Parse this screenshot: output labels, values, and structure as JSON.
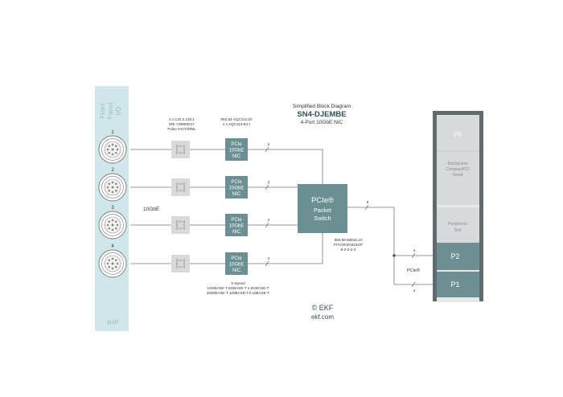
{
  "title": {
    "heading": "Simplified Block Diagram",
    "product": "SN4-DJEMBE",
    "subtitle": "4-Port 10GbE NIC"
  },
  "front_panel": {
    "label_lines": [
      "Front",
      "Panel",
      "I/O"
    ],
    "width_label": "4HP",
    "ports": [
      {
        "number": "1"
      },
      {
        "number": "2"
      },
      {
        "number": "3"
      },
      {
        "number": "4"
      }
    ]
  },
  "magnetics_note": [
    "4 x 120.2.136.1",
    "WE 749050017",
    "Pulse HX7028NL"
  ],
  "nic_note": [
    "650.54.AQC113.10",
    "4 x AQC113-B1-I"
  ],
  "link_label": "10GbE",
  "nics": [
    {
      "lines": [
        "PCIe",
        "10GbE",
        "NIC"
      ],
      "lane_label": "2"
    },
    {
      "lines": [
        "PCIe",
        "10GbE",
        "NIC"
      ],
      "lane_label": "2"
    },
    {
      "lines": [
        "PCIe",
        "10GbE",
        "NIC"
      ],
      "lane_label": "2"
    },
    {
      "lines": [
        "PCIe",
        "10GbE",
        "NIC"
      ],
      "lane_label": "2"
    }
  ],
  "speed_note": [
    "6-Speed",
    "10GBASE-T 5GBASE-T 2.5GBASE-T",
    "1000BASE-T 100BASE-TX 10BASE-T"
  ],
  "switch": {
    "lines": [
      "PCIe®",
      "Packet",
      "Switch"
    ],
    "uplink_lanes": "8",
    "note": [
      "650.68.93816.10",
      "PI7C9X3G816GP",
      "8-2-2-2-2"
    ]
  },
  "backplane": {
    "p6": "P6",
    "backplane_lines": [
      "Backplane",
      "CompactPCI",
      "Serial"
    ],
    "peripheral_lines": [
      "Peripheral",
      "Slot"
    ],
    "p2": "P2",
    "p1": "P1",
    "p2_lanes": "4",
    "p1_lanes": "4",
    "pcie_label": "PCIe®"
  },
  "footer": {
    "copyright": "© EKF",
    "url": "ekf.com"
  },
  "colors": {
    "panel_bg": "#cfe6ea",
    "panel_text": "#9fbcc2",
    "nic_fill": "#6b8f92",
    "switch_fill": "#6b8f92",
    "magnetics_fill": "#d9d9d9",
    "wire": "#777777",
    "chassis": "#5f6b6e",
    "slot_light": "#d7d9da",
    "slot_dark": "#6f8f93",
    "text": "#333333",
    "title": "#2f4f55"
  }
}
